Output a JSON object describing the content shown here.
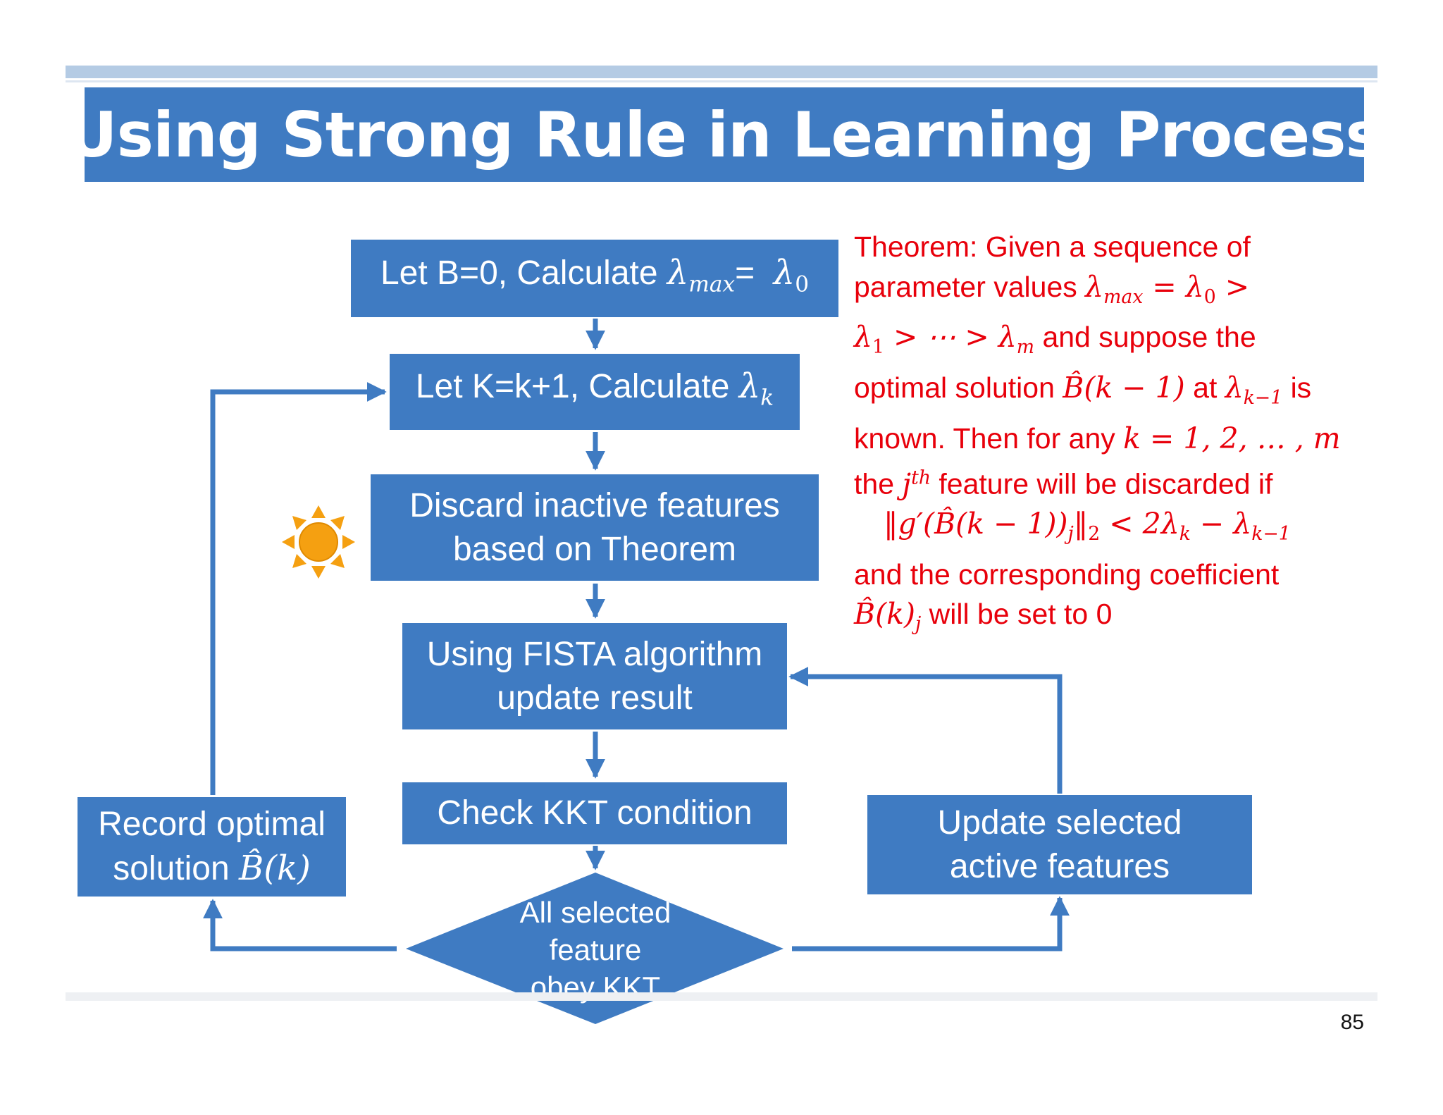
{
  "slide": {
    "title": "Using Strong Rule in Learning Process",
    "page_number": "85"
  },
  "flowchart": {
    "step1": {
      "prefix": "Let B=0, Calculate ",
      "lambda": "λ",
      "lambda_sub": "max",
      "equals": "= ",
      "lambda2": "λ",
      "lambda2_sub": "0"
    },
    "step2": {
      "prefix": "Let K=k+1, Calculate ",
      "lambda": "λ",
      "lambda_sub": "k"
    },
    "step3": {
      "line1": "Discard inactive features",
      "line2": "based on Theorem"
    },
    "step4": {
      "line1": "Using FISTA algorithm",
      "line2": "update result"
    },
    "step5": {
      "label": "Check KKT condition"
    },
    "decision": {
      "line1": "All selected",
      "line2": "feature",
      "line3": "obey KKT"
    },
    "left_box": {
      "line1": "Record optimal",
      "line2_prefix": "solution ",
      "line2_math": "B̂(k)"
    },
    "right_box": {
      "line1": "Update selected",
      "line2": "active features"
    }
  },
  "icons": {
    "sun": "sun-icon",
    "sun_color": "#f5a011"
  },
  "theorem": {
    "l1": "Theorem: Given a sequence of",
    "l2_text": "parameter values ",
    "l2_math": "λ",
    "l2_sub": "max",
    "l2_math2": " = λ",
    "l2_sub2": "0",
    "l2_math3": " >",
    "l3_math": "λ",
    "l3_sub": "1",
    "l3_math2": " > ⋯ > λ",
    "l3_sub2": "m",
    "l3_text": " and suppose the",
    "l4_text": "optimal solution ",
    "l4_math": "B̂(k − 1)",
    "l4_text2": " at ",
    "l4_math2": "λ",
    "l4_sub": "k−1",
    "l4_text3": " is",
    "l5_text": "known. Then for any ",
    "l5_math": "k = 1, 2, … , m",
    "l6_text": "the ",
    "l6_math": "j",
    "l6_sup": "th",
    "l6_text2": " feature will be discarded if",
    "l7_math": "‖g′(B̂(k − 1))",
    "l7_sub": "j",
    "l7_math2": "‖",
    "l7_sub2": "2",
    "l7_math3": " < 2λ",
    "l7_sub3": "k",
    "l7_math4": " − λ",
    "l7_sub4": "k−1",
    "l8": "and the corresponding coefficient",
    "l9_math": "B̂(k)",
    "l9_sub": "j",
    "l9_text": " will be set to 0",
    "color": "#e8000b"
  },
  "colors": {
    "box": "#3f7bc2",
    "arrow": "#3f7bc2",
    "header_rule": "#b4cbe4"
  }
}
